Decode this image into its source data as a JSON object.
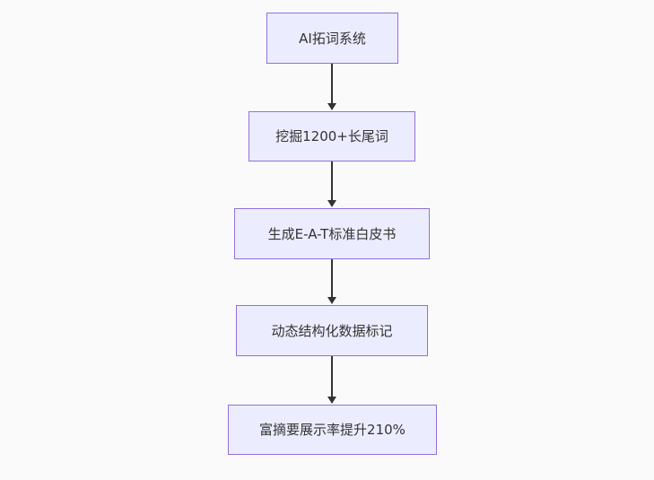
{
  "diagram": {
    "type": "flowchart",
    "direction": "top-down",
    "colors": {
      "background": "#fafafa",
      "node_fill": "#ececff",
      "node_border": "#9370db",
      "node_text": "#333333",
      "arrow": "#333333"
    },
    "nodes": [
      {
        "label": "AI拓词系统"
      },
      {
        "label": "挖掘1200+长尾词"
      },
      {
        "label": "生成E-A-T标准白皮书"
      },
      {
        "label": "动态结构化数据标记"
      },
      {
        "label": "富摘要展示率提升210%"
      }
    ],
    "edges": [
      {
        "from": "AI拓词系统",
        "to": "挖掘1200+长尾词"
      },
      {
        "from": "挖掘1200+长尾词",
        "to": "生成E-A-T标准白皮书"
      },
      {
        "from": "生成E-A-T标准白皮书",
        "to": "动态结构化数据标记"
      },
      {
        "from": "动态结构化数据标记",
        "to": "富摘要展示率提升210%"
      }
    ]
  }
}
